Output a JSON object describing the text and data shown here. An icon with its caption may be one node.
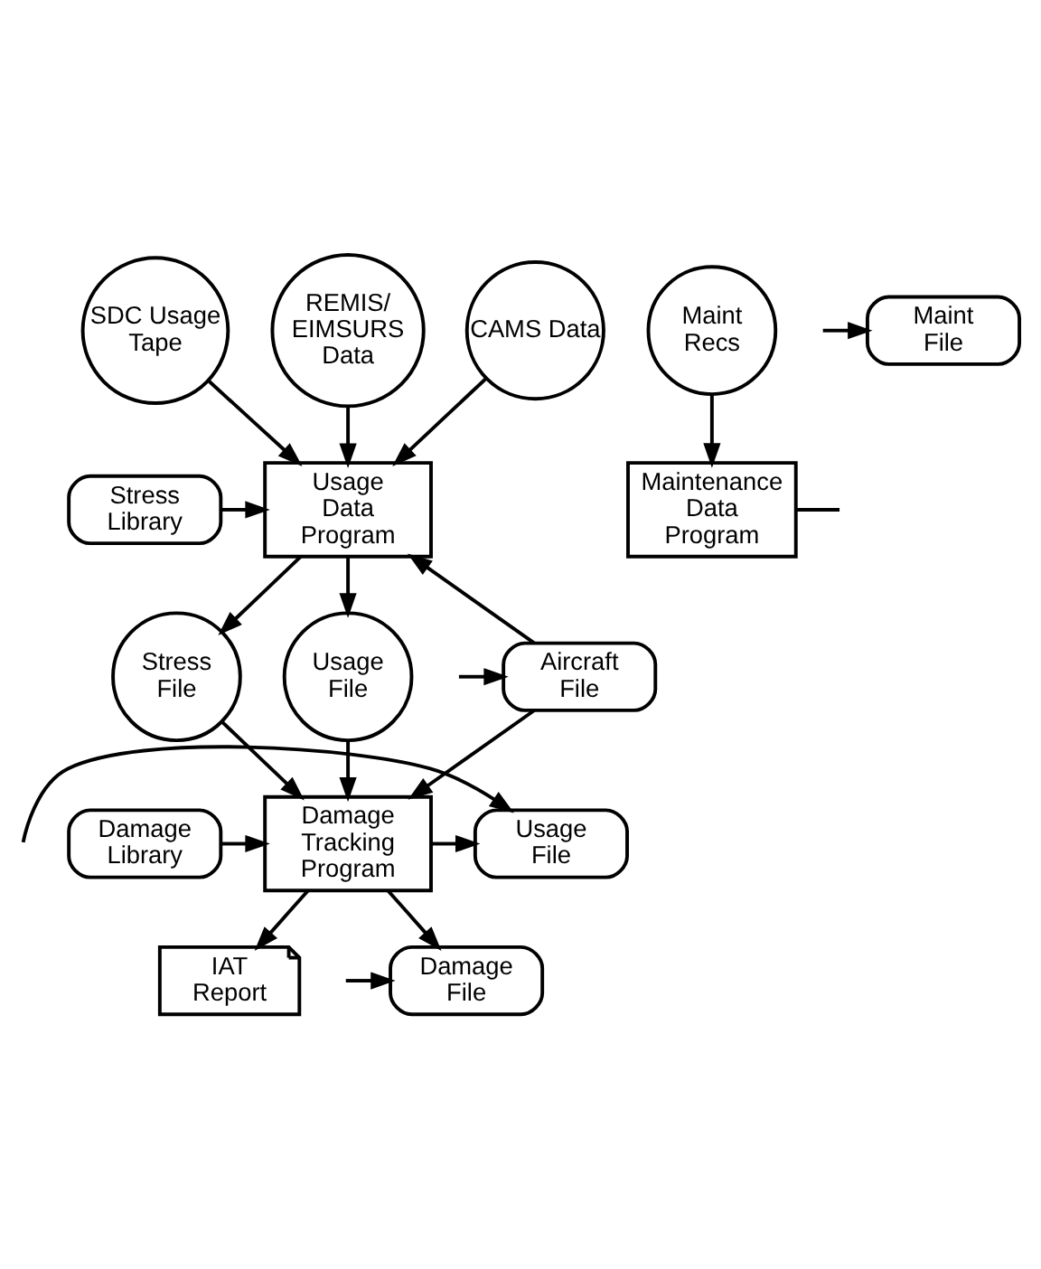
{
  "diagram": {
    "nodes": [
      {
        "text": [
          "SDC Usage Tape"
        ]
      },
      {
        "text": [
          "REMIS/ EIMSURS Data"
        ]
      },
      {
        "text": [
          "CAMS Data"
        ]
      },
      {
        "text": [
          "Maint Recs"
        ]
      },
      {
        "text": [
          "Stress Library"
        ]
      },
      {
        "text": [
          "Usage Data Program"
        ]
      },
      {
        "text": [
          "Maintenance Data Program"
        ]
      },
      {
        "text": [
          "Stress File"
        ]
      },
      {
        "text": [
          "Usage File"
        ]
      },
      {
        "text": [
          "Aircraft File"
        ]
      },
      {
        "text": [
          "Maint File"
        ]
      },
      {
        "text": [
          "Damage Library"
        ]
      },
      {
        "text": [
          "Damage Tracking Program"
        ]
      },
      {
        "text": [
          "Usage File"
        ]
      },
      {
        "text": [
          "IAT Report"
        ]
      },
      {
        "text": [
          "Damage File"
        ]
      }
    ],
    "edges": [
      {
        "from": 0,
        "to": 5,
        "arrow": "to"
      },
      {
        "from": 1,
        "to": 5,
        "arrow": "to"
      },
      {
        "from": 2,
        "to": 5,
        "arrow": "to"
      },
      {
        "from": 3,
        "to": 6,
        "arrow": "to"
      },
      {
        "from": 4,
        "to": 5,
        "arrow": "to"
      },
      {
        "from": 5,
        "to": 7,
        "arrow": "to"
      },
      {
        "from": 5,
        "to": 8,
        "arrow": "to"
      },
      {
        "from": 7,
        "to": 12,
        "arrow": "to"
      },
      {
        "from": 8,
        "to": 12,
        "arrow": "to"
      },
      {
        "from": 9,
        "to": 5,
        "arrow": "to"
      },
      {
        "from": 9,
        "to": 12,
        "arrow": "to"
      },
      {
        "from": 12,
        "to": 13,
        "arrow": "to"
      },
      {
        "from": 12,
        "to": 15,
        "arrow": "to"
      },
      {
        "from": 11,
        "to": 12,
        "arrow": "to"
      },
      {
        "from": 12,
        "to": 14,
        "arrow": "to"
      },
      {
        "from": null,
        "to": 9,
        "arrow": "to"
      },
      {
        "from": null,
        "to": 10,
        "arrow": "to"
      },
      {
        "from": null,
        "to": 13,
        "arrow": "to"
      },
      {
        "from": null,
        "to": 15,
        "arrow": "to"
      },
      {
        "from": 6,
        "to": null,
        "arrow": "none"
      }
    ]
  }
}
